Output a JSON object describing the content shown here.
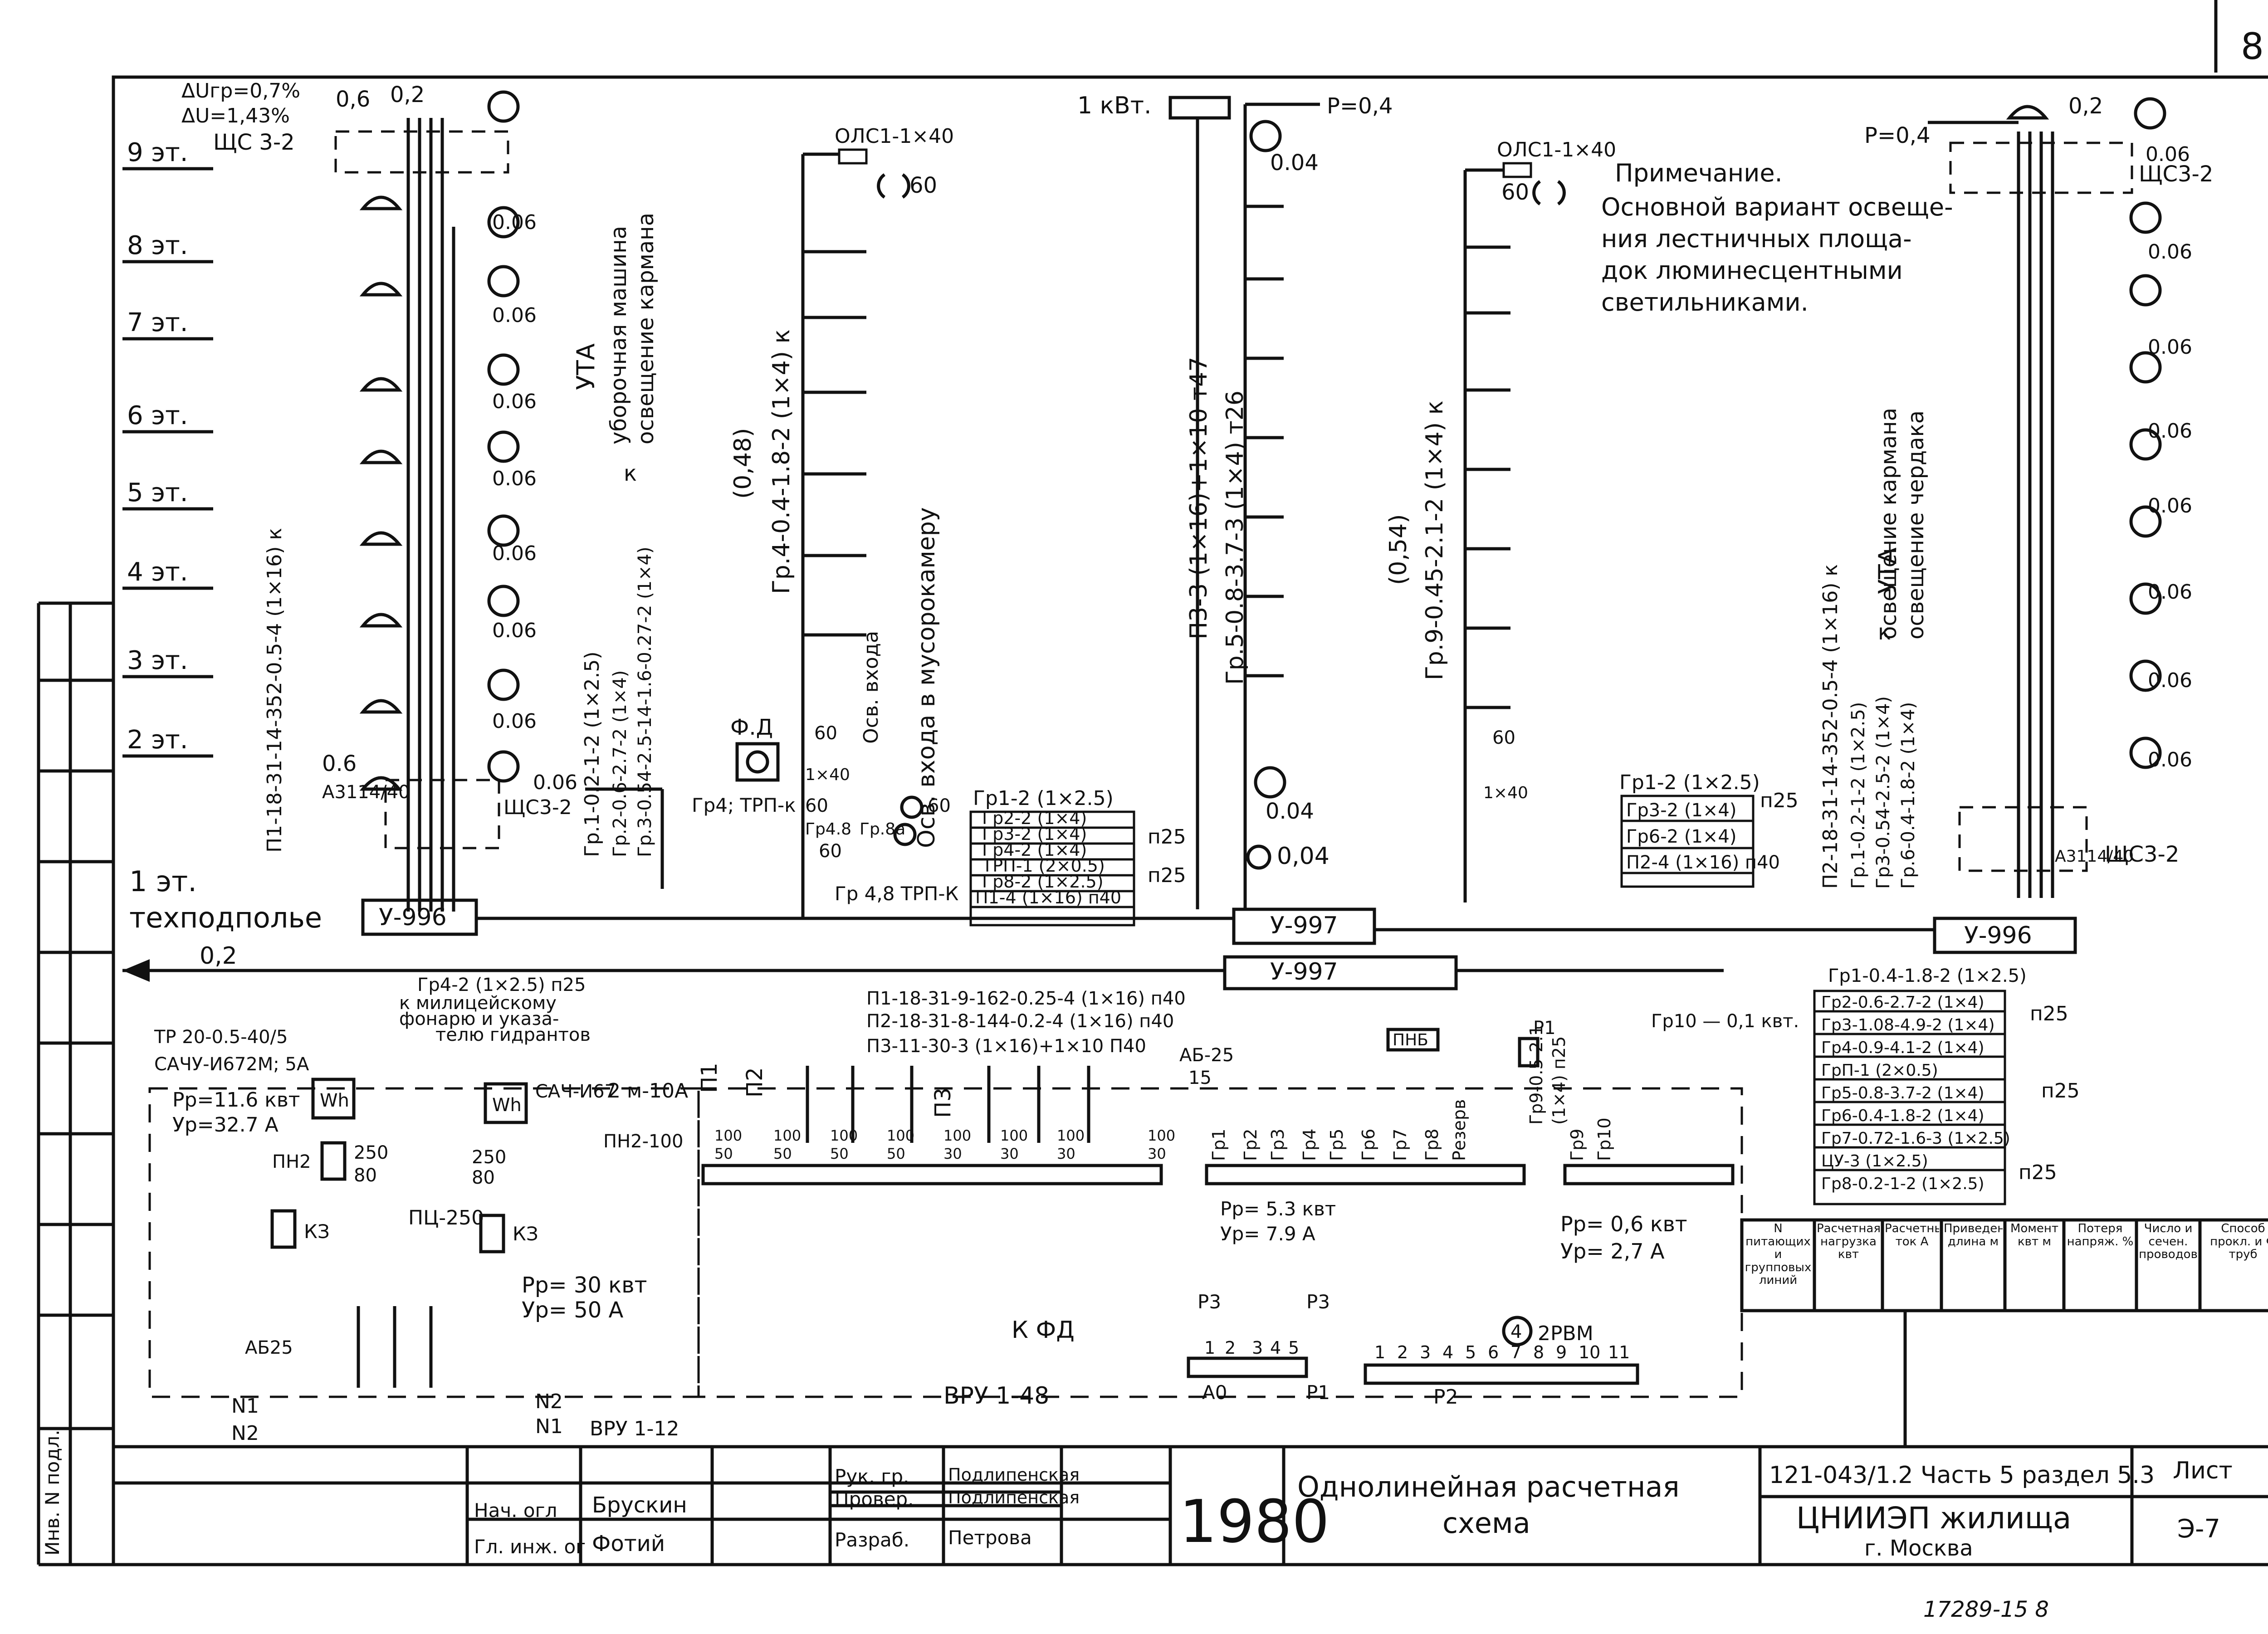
{
  "sheet_number": "8",
  "floors": [
    "9 эт.",
    "8 эт.",
    "7 эт.",
    "6 эт.",
    "5 эт.",
    "4 эт.",
    "3 эт.",
    "2 эт."
  ],
  "floor1_label": "1 эт.",
  "techfloor_label": "техподполье",
  "left_riser": {
    "delta_u_gr": "ΔUгр=0,7%",
    "delta_u_sum": "ΔU=1,43%",
    "shield_top": "ЩС 3-2",
    "top_values": [
      "0,6",
      "0,2"
    ],
    "lamp_value": "0.06",
    "bottom_value": "0.6",
    "bottom_breaker": "А3114/40",
    "bottom_shield": "ЩС3-2",
    "cable_main": "П1-18-31-14-352-0.5-4 (1×16) к",
    "cable_gr1": "Гр.1-0.2-1-2 (1×2.5)",
    "cable_gr2": "Гр.2-0.6-2.7-2 (1×4)",
    "cable_gr3": "Гр.3-0.54-2.5-14-1.6-0.27-2 (1×4)",
    "uta": "УТА",
    "uta_1": "уборочная машина",
    "uta_2": "освещение кармана",
    "k": "к"
  },
  "centre_riser": {
    "lamp": "ОЛС1-1×40",
    "lamp_power": "60",
    "load": "(0,48)",
    "cable": "Гр.4-0.4-1.8-2 (1×4) к",
    "label_1": "Осв. входа в мусорокамеру",
    "label_2": "Осв. входа",
    "fd": "Ф.Д",
    "gr4": "Гр4; ТРП-к",
    "gr48": "Гр4.8",
    "gr8a": "Гр.8а",
    "gr48trp": "Гр 4,8 ТРП-К",
    "v60": "60",
    "lamp_small": "1×40"
  },
  "third_riser": {
    "power": "1 кВт.",
    "p_label": "Р=0,4",
    "value_top": "0.04",
    "value_b1": "0.04",
    "value_b2": "0,04",
    "cable_p3": "П3-3 (1×16)+1×10 т47",
    "cable_gr5": "Гр.5-0.8-3.7-3 (1×4) т26"
  },
  "fourth_riser": {
    "lamp": "ОЛС1-1×40",
    "lamp_power": "60",
    "load": "(0,54)",
    "cable": "Гр.9-0.45-2.1-2 (1×4) к",
    "v60": "60",
    "lamp_small": "1×40"
  },
  "note": {
    "title": "Примечание.",
    "lines": [
      "Основной вариант освеще-",
      "ния лестничных площа-",
      "док люминесцентными",
      "светильниками."
    ]
  },
  "right_riser": {
    "p_label": "Р=0,4",
    "top_value": "0,2",
    "lamp_value": "0.06",
    "shield": "ЩС3-2",
    "breaker": "А3114/40",
    "uta": "УТА",
    "uta_1": "освещение кармана",
    "uta_2": "освещение чердака",
    "k": "к",
    "cable_main": "П2-18-31-14-352-0.5-4 (1×16) к",
    "cable_gr1": "Гр.1-0.2-1-2 (1×2.5)",
    "cable_gr3": "Гр3-0.54-2.5-2 (1×4)",
    "cable_gr6": "Гр.6-0.4-1.8-2 (1×4)"
  },
  "left_group_table": {
    "rows": [
      "Гр1-2 (1×2.5)",
      "Гр2-2 (1×4)",
      "Гр3-2 (1×4)",
      "Гр4-2 (1×4)",
      "ТРП-1 (2×0.5)",
      "Гр8-2 (1×2.5)",
      "П1-4 (1×16) п40"
    ],
    "brace_1": "п25",
    "brace_2": "п25"
  },
  "right_group_table": {
    "rows": [
      "Гр1-2 (1×2.5)",
      "Гр3-2 (1×4)",
      "Гр6-2 (1×4)",
      "П2-4 (1×16) п40"
    ],
    "brace": "п25"
  },
  "boxes": {
    "u996_left": "У-996",
    "u997_top": "У-997",
    "u997_bottom": "У-997",
    "u996_right": "У-996"
  },
  "feed": {
    "value": "0,2",
    "gr42": "Гр4-2 (1×2.5) п25",
    "gr42_dest_1": "к милицейскому",
    "gr42_dest_2": "фонарю и указа-",
    "gr42_dest_3": "телю гидрантов",
    "p1_cable": "П1-18-31-9-162-0.25-4 (1×16) п40",
    "p2_cable": "П2-18-31-8-144-0.2-4 (1×16) п40",
    "p3_cable": "П3-11-30-3 (1×16)+1×10 П40",
    "gr9_cable": "Гр9-0.5-2.1",
    "gr9_pipe": "(1×4) п25",
    "gr10": "Гр10 — 0,1 квт."
  },
  "input_panel": {
    "tr": "ТР 20-0.5-40/5",
    "meter": "САЧУ-И672М; 5А",
    "pp": "Рр=11.6 квт",
    "ip": "Ур=32.7 А",
    "pn2": "ПН2",
    "fuse_250_80": "250",
    "fuse_80": "80",
    "wh": "Wh",
    "kz": "КЗ",
    "ab25": "АБ25",
    "pc250": "ПЦ-250",
    "meter2": "САЧ-И67",
    "switch": "2 м-10А",
    "pn2_100": "ПН2-100",
    "pp2": "Рр= 30 квт",
    "ip2": "Ур= 50 А",
    "n1": "N1",
    "n2": "N2",
    "vru112": "ВРУ 1-12",
    "vru148": "ВРУ 1-48",
    "kfd": "К ФД"
  },
  "distribution": {
    "fuse_pairs": [
      [
        "100",
        "50"
      ],
      [
        "100",
        "50"
      ],
      [
        "100",
        "50"
      ],
      [
        "100",
        "50"
      ],
      [
        "100",
        "30"
      ],
      [
        "100",
        "30"
      ],
      [
        "100",
        "30"
      ],
      [
        "100",
        "30"
      ]
    ],
    "p_labels": [
      "П1",
      "П2",
      "П3"
    ],
    "ab25": "АБ-25",
    "v15": "15",
    "groups": [
      "Гр1",
      "Гр2",
      "Гр3",
      "Гр4",
      "Гр5",
      "Гр6",
      "Гр7",
      "Гр8",
      "Резерв"
    ],
    "rp": "Рр= 5.3 квт",
    "ip": "Ур= 7.9 А",
    "pnb": "ПНБ",
    "p1": "Р1",
    "right_groups": [
      "Гр9",
      "Гр10"
    ],
    "rp2": "Рр= 0,6 квт",
    "ip2": "Ур= 2,7 А"
  },
  "relay": {
    "p3": "Р3",
    "terms_1": [
      "1",
      "2",
      "3",
      "4",
      "5"
    ],
    "ao": "А0",
    "p1": "Р1",
    "terms_2": [
      "1",
      "2",
      "3",
      "4",
      "5",
      "6",
      "7",
      "8",
      "9",
      "10",
      "11"
    ],
    "circle": "4",
    "rvm": "2РВМ",
    "p2": "Р2"
  },
  "right_table": {
    "rows": [
      "Гр1-0.4-1.8-2 (1×2.5)",
      "Гр2-0.6-2.7-2 (1×4)",
      "Гр3-1.08-4.9-2 (1×4)",
      "Гр4-0.9-4.1-2 (1×4)",
      "ГрП-1 (2×0.5)",
      "Гр5-0.8-3.7-2 (1×4)",
      "Гр6-0.4-1.8-2 (1×4)",
      "Гр7-0.72-1.6-3 (1×2.5)",
      "ЦУ-3 (1×2.5)",
      "Гр8-0.2-1-2 (1×2.5)"
    ],
    "brace_1": "п25",
    "brace_2": "п25",
    "brace_3": "п25"
  },
  "data_table": {
    "headers": [
      "N питающих и групповых линий",
      "Расчетная нагрузка квт",
      "Расчетный ток А",
      "Приведенная длина м",
      "Момент квт м",
      "Потеря напряж. %",
      "Число и сечен. проводов",
      "Способ прокл. и Ф труб"
    ],
    "units": [
      "",
      "квт",
      "А",
      "м",
      "",
      "%",
      "",
      ""
    ]
  },
  "title_block": {
    "roles": [
      "Нач. огл",
      "Гл. инж. ог"
    ],
    "names": [
      "Брускин",
      "Фотий"
    ],
    "roles2": [
      "Рук. гр.",
      "Провер.",
      "Разраб."
    ],
    "names2": [
      "Подлипенская",
      "Подлипенская",
      "Петрова"
    ],
    "year": "1980",
    "title_1": "Однолинейная расчетная",
    "title_2": "схема",
    "project": "121-043/1.2 Часть 5 раздел 5.3",
    "org_1": "ЦНИИЭП жилища",
    "org_2": "г. Москва",
    "sheet_label": "Лист",
    "sheet": "Э-7",
    "side_label": "Инв. N подл.",
    "footer": "17289-15   8"
  }
}
